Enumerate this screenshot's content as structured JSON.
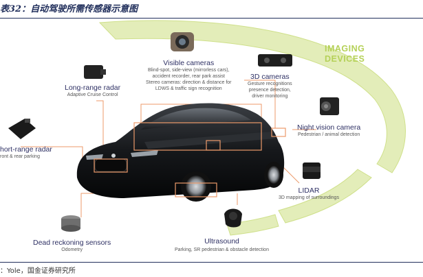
{
  "figure": {
    "title": "表32：自动驾驶所需传感器示意图",
    "source": "：Yole，国金证券研究所"
  },
  "imaging_devices": {
    "line1": "IMAGING",
    "line2": "DEVICES"
  },
  "sensors": {
    "visible_cameras": {
      "title": "Visible cameras",
      "desc1": "Blind-spot, side-view (mirrorless cars),",
      "desc2": "accident recorder, rear park assist",
      "desc3": "Stereo cameras: direction & distance for",
      "desc4": "LDWS & traffic sign recognition"
    },
    "cameras_3d": {
      "title": "3D cameras",
      "desc1": "Gesture recognitions",
      "desc2": "presence detection,",
      "desc3": "driver monitoring"
    },
    "long_range_radar": {
      "title": "Long-range radar",
      "desc1": "Adaptive Cruise Control"
    },
    "short_range_radar": {
      "title": "hort-range radar",
      "desc1": "ront & rear parking"
    },
    "night_vision": {
      "title": "Night vision camera",
      "desc1": "Pedestrian / animal detection"
    },
    "lidar": {
      "title": "LIDAR",
      "desc1": "3D mapping of surroundings"
    },
    "ultrasound": {
      "title": "Ultrasound",
      "desc1": "Parking, SR pedestrian & obstacle detection"
    },
    "dead_reckoning": {
      "title": "Dead reckoning sensors",
      "desc1": "Odometry"
    }
  },
  "colors": {
    "arc_fill": "#e3edb9",
    "arc_stroke": "#cfe08a",
    "connector": "#ec9a6a",
    "title_text": "#2d2f63",
    "imaging_text": "#b5d158"
  }
}
